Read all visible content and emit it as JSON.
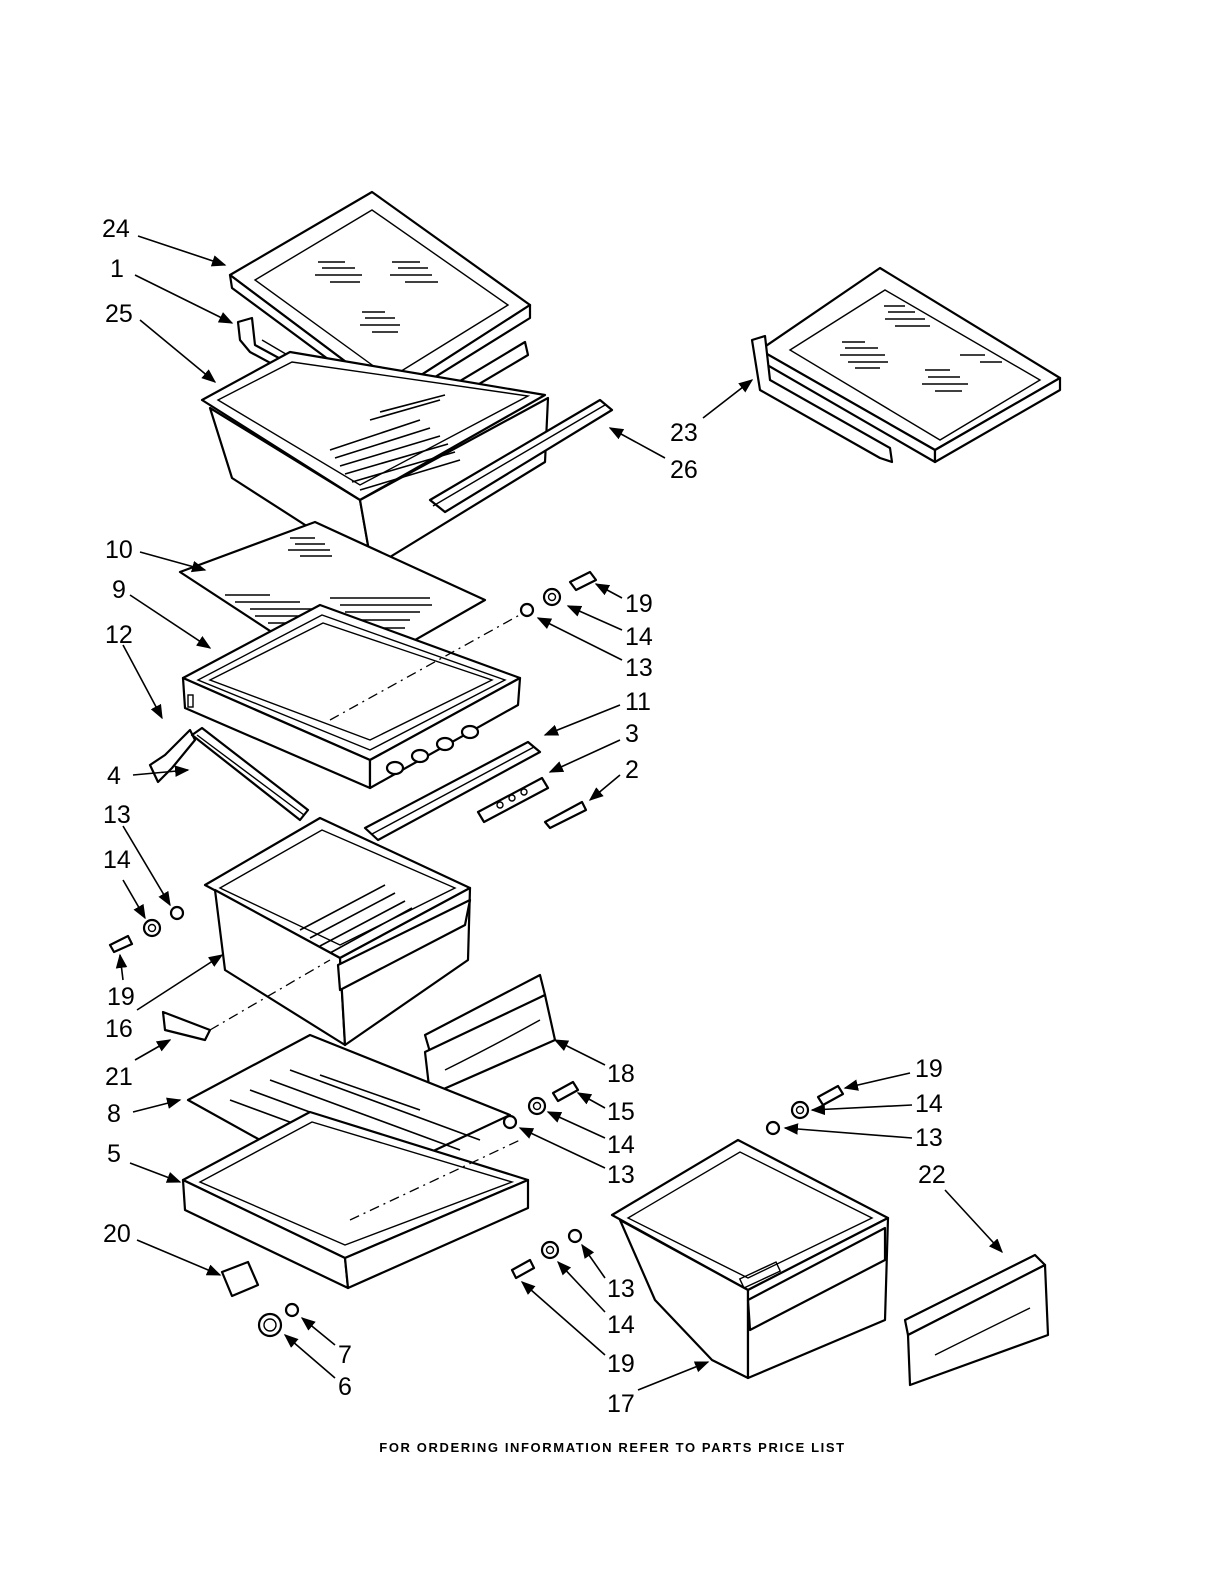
{
  "footer_text": "FOR ORDERING INFORMATION REFER TO PARTS PRICE LIST",
  "callouts": {
    "c24": "24",
    "c1": "1",
    "c25": "25",
    "c23": "23",
    "c26": "26",
    "c10": "10",
    "c9": "9",
    "c12": "12",
    "c19a": "19",
    "c14a": "14",
    "c13a": "13",
    "c11": "11",
    "c3": "3",
    "c2": "2",
    "c4": "4",
    "c13b": "13",
    "c14b": "14",
    "c19b": "19",
    "c16": "16",
    "c21": "21",
    "c18": "18",
    "c8": "8",
    "c15": "15",
    "c14c": "14",
    "c13c": "13",
    "c5": "5",
    "c20": "20",
    "c7": "7",
    "c6": "6",
    "c19c": "19",
    "c14d": "14",
    "c13d": "13",
    "c22": "22",
    "c13e": "13",
    "c14e": "14",
    "c19d": "19",
    "c17": "17"
  }
}
